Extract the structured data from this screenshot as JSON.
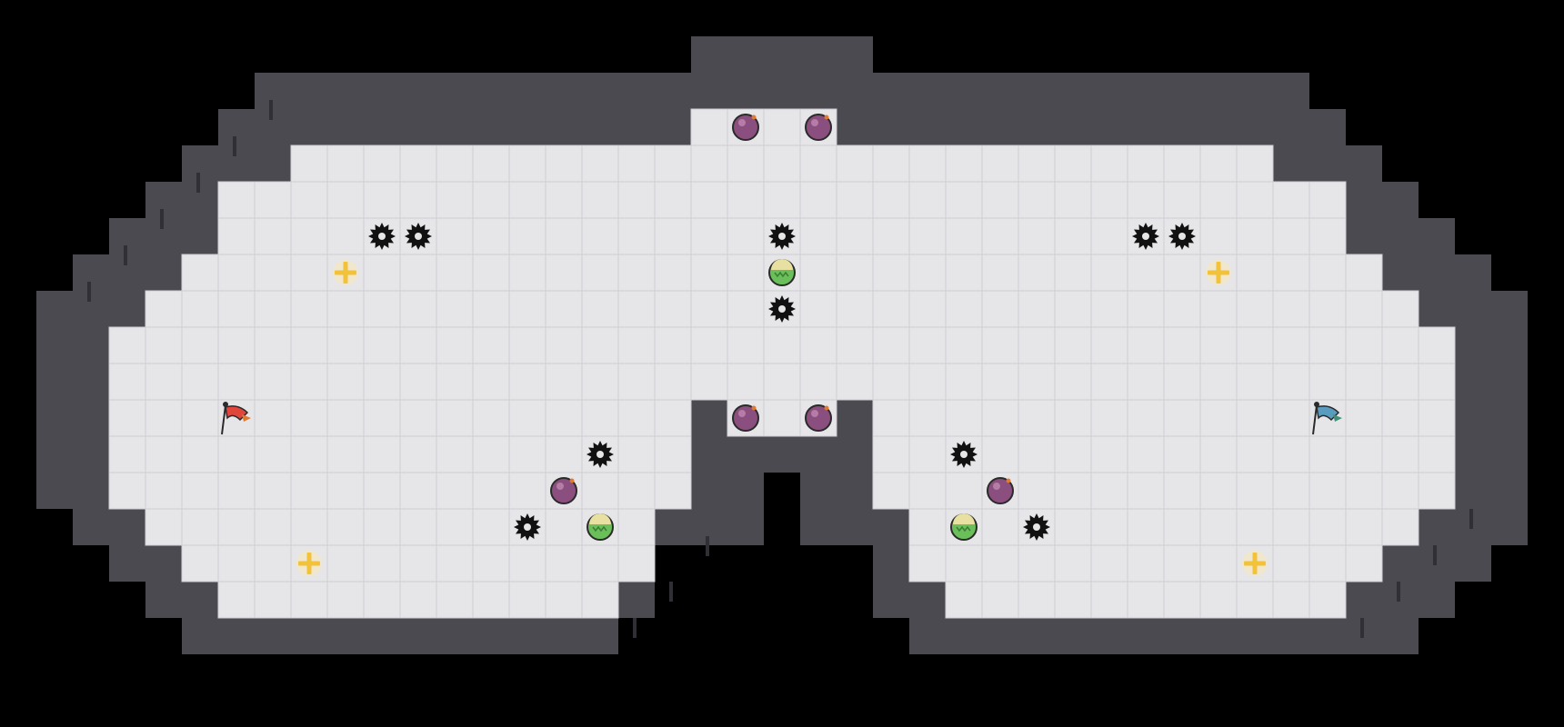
{
  "map": {
    "colors": {
      "background": "#000000",
      "floor": "#e6e6e9",
      "floor_line": "#cfcfd3",
      "wall": "#4a4a50",
      "wall_edge": "#2e2e33"
    }
  },
  "objects": {
    "flags": [
      {
        "team": "red",
        "color": "#e0463c",
        "accent": "#e07a30",
        "col": 6,
        "row": 11
      },
      {
        "team": "blue",
        "color": "#5a9bc0",
        "accent": "#3f8f78",
        "col": 36,
        "row": 11
      }
    ],
    "bombs": [
      {
        "col": 20,
        "row": 3
      },
      {
        "col": 22,
        "row": 3
      },
      {
        "col": 20,
        "row": 11
      },
      {
        "col": 22,
        "row": 11
      },
      {
        "col": 15,
        "row": 13
      },
      {
        "col": 27,
        "row": 13
      }
    ],
    "spikes": [
      {
        "col": 10,
        "row": 6
      },
      {
        "col": 11,
        "row": 6
      },
      {
        "col": 21,
        "row": 6
      },
      {
        "col": 21,
        "row": 8
      },
      {
        "col": 31,
        "row": 6
      },
      {
        "col": 32,
        "row": 6
      },
      {
        "col": 16,
        "row": 12
      },
      {
        "col": 26,
        "row": 12
      },
      {
        "col": 14,
        "row": 14
      },
      {
        "col": 28,
        "row": 14
      }
    ],
    "boosts": [
      {
        "col": 21,
        "row": 7
      },
      {
        "col": 16,
        "row": 14
      },
      {
        "col": 26,
        "row": 14
      }
    ],
    "powerups": [
      {
        "col": 9,
        "row": 7
      },
      {
        "col": 33,
        "row": 7
      },
      {
        "col": 8,
        "row": 15
      },
      {
        "col": 34,
        "row": 15
      }
    ],
    "icons": {
      "flag": "flag-icon",
      "bomb": "bomb-icon",
      "spike": "spike-icon",
      "boost": "boost-pad-icon",
      "powerup": "powerup-icon"
    },
    "colors": {
      "bomb": "#8a4f7e",
      "spike": "#111111",
      "boost_outer": "#e8e0a0",
      "boost_inner": "#6bbf5a",
      "powerup": "#f2c23a"
    }
  }
}
